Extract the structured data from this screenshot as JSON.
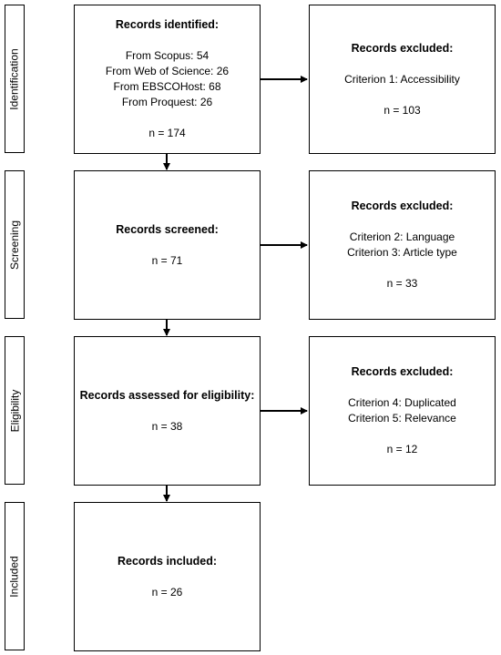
{
  "stages": {
    "identification": "Identification",
    "screening": "Screening",
    "eligibility": "Eligibility",
    "included": "Included"
  },
  "identified": {
    "title": "Records identified:",
    "sources": [
      "From Scopus: 54",
      "From Web of Science: 26",
      "From EBSCOHost: 68",
      "From Proquest: 26"
    ],
    "count": "n = 174"
  },
  "excluded1": {
    "title": "Records excluded:",
    "criteria": [
      "Criterion 1: Accessibility"
    ],
    "count": "n = 103"
  },
  "screened": {
    "title": "Records screened:",
    "count": "n = 71"
  },
  "excluded2": {
    "title": "Records excluded:",
    "criteria": [
      "Criterion 2: Language",
      "Criterion 3: Article type"
    ],
    "count": "n = 33"
  },
  "eligibility": {
    "title": "Records assessed for eligibility:",
    "count": "n = 38"
  },
  "excluded3": {
    "title": "Records excluded:",
    "criteria": [
      "Criterion 4: Duplicated",
      "Criterion 5: Relevance"
    ],
    "count": "n = 12"
  },
  "included": {
    "title": "Records included:",
    "count": "n = 26"
  }
}
